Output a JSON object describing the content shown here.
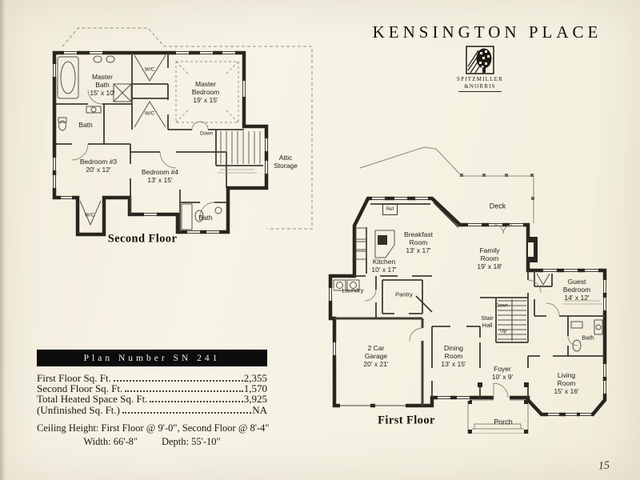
{
  "header": {
    "title": "KENSINGTON PLACE",
    "logo_line1": "SPITZMILLER",
    "logo_line2": "&NORRIS"
  },
  "colors": {
    "paper": "#f5f1e2",
    "wall_ink": "#29261f",
    "bar_background": "#0c0c0c"
  },
  "second_floor": {
    "caption": "Second Floor",
    "rooms": [
      {
        "name": "Master Bath",
        "dims": "15' x 10'"
      },
      {
        "name": "Master Bedroom",
        "dims": "19' x 15'"
      },
      {
        "name": "Bedroom #3",
        "dims": "20' x 12'"
      },
      {
        "name": "Bedroom #4",
        "dims": "13' x 15'"
      }
    ],
    "small": {
      "wc": "W/C",
      "bath": "Bath",
      "down": "Down",
      "attic": "Attic Storage"
    }
  },
  "first_floor": {
    "caption": "First Floor",
    "rooms": [
      {
        "name": "Breakfast Room",
        "dims": "13' x 17'"
      },
      {
        "name": "Kitchen",
        "dims": "10' x 17'"
      },
      {
        "name": "Family Room",
        "dims": "19' x 18'"
      },
      {
        "name": "Guest Bedroom",
        "dims": "14' x 12'"
      },
      {
        "name": "2 Car Garage",
        "dims": "20' x 21'"
      },
      {
        "name": "Dining Room",
        "dims": "13' x 15'"
      },
      {
        "name": "Foyer",
        "dims": "10' x 9'"
      },
      {
        "name": "Living Room",
        "dims": "15' x 16'"
      }
    ],
    "small": {
      "deck": "Deck",
      "laundry": "Laundry",
      "pantry": "Pantry",
      "stair_hall": "Stair Hall",
      "down": "Down",
      "up": "Up",
      "bath": "Bath",
      "porch": "Porch",
      "ref": "Ref"
    }
  },
  "plan_info": {
    "bar_title": "Plan Number SN 241",
    "rows": [
      {
        "label": "First Floor Sq. Ft.",
        "value": "2,355"
      },
      {
        "label": "Second Floor Sq. Ft.",
        "value": "1,570"
      },
      {
        "label": "Total Heated Space Sq. Ft.",
        "value": "3,925"
      },
      {
        "label": "(Unfinished Sq. Ft.)",
        "value": "NA"
      }
    ],
    "ceiling": "Ceiling Height: First Floor @ 9'-0\",  Second Floor @ 8'-4\"",
    "width": "Width: 66'-8\"",
    "depth": "Depth: 55'-10\""
  },
  "page": {
    "number": "15"
  }
}
